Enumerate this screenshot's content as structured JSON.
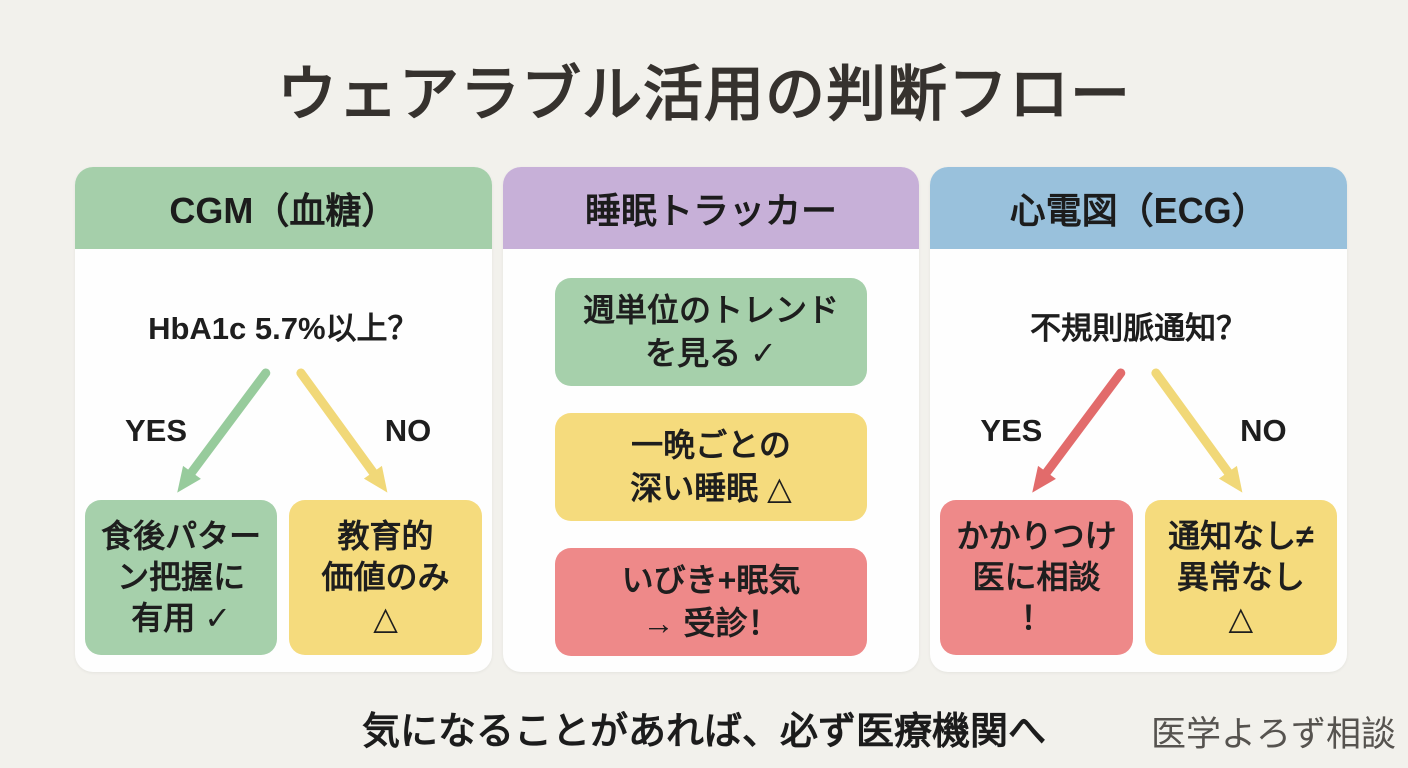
{
  "title": "ウェアラブル活用の判断フロー",
  "footer": "気になることがあれば、必ず医療機関へ",
  "watermark": "医学よろず相談",
  "palette": {
    "background": "#f2f1ec",
    "card_background": "#fefefe",
    "header_green": "#a5cfaa",
    "header_purple": "#c7b0d8",
    "header_blue": "#99c1dc",
    "box_green": "#a6d0ab",
    "box_yellow": "#f5db7d",
    "box_red": "#ee8989",
    "arrow_green": "#97cb9c",
    "arrow_yellow": "#f1d878",
    "arrow_red": "#e26b6b",
    "text": "#1e1e1e",
    "watermark_gray": "#56534f"
  },
  "columns": {
    "cgm": {
      "header": "CGM（血糖）",
      "question": "HbA1c 5.7%以上？",
      "yes_label": "YES",
      "no_label": "NO",
      "yes_outcome": "食後パター\nン把握に\n有用 ✓",
      "no_outcome": "教育的\n価値のみ\n△"
    },
    "sleep": {
      "header": "睡眠トラッカー",
      "items": [
        {
          "text": "週単位のトレンド\nを見る ✓",
          "tone": "green"
        },
        {
          "text": "一晩ごとの\n深い睡眠 △",
          "tone": "yellow"
        },
        {
          "text": "いびき+眠気\n→ 受診！",
          "tone": "red"
        }
      ]
    },
    "ecg": {
      "header": "心電図（ECG）",
      "question": "不規則脈通知？",
      "yes_label": "YES",
      "no_label": "NO",
      "yes_outcome": "かかりつけ\n医に相談\n！",
      "no_outcome": "通知なし≠\n異常なし\n△"
    }
  }
}
